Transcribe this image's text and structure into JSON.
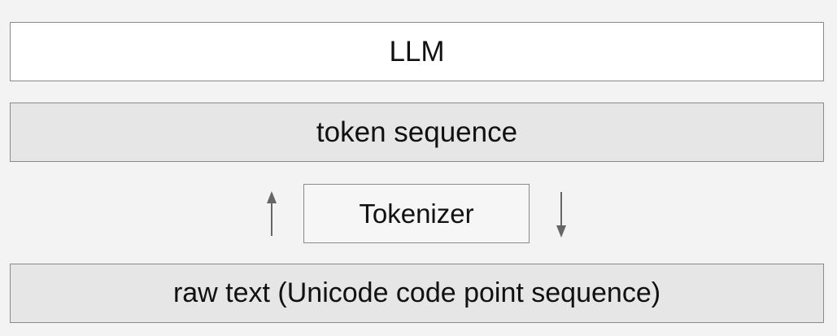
{
  "diagram": {
    "layers": {
      "llm": "LLM",
      "token_sequence": "token sequence",
      "tokenizer": "Tokenizer",
      "raw_text": "raw text (Unicode code point sequence)"
    },
    "arrows": {
      "encode_direction": "up-arrow-icon",
      "decode_direction": "down-arrow-icon"
    },
    "colors": {
      "border": "#8a8a8a",
      "llm_fill": "#ffffff",
      "band_fill": "#e6e6e6",
      "arrow": "#666666",
      "background": "#f3f3f3"
    }
  }
}
